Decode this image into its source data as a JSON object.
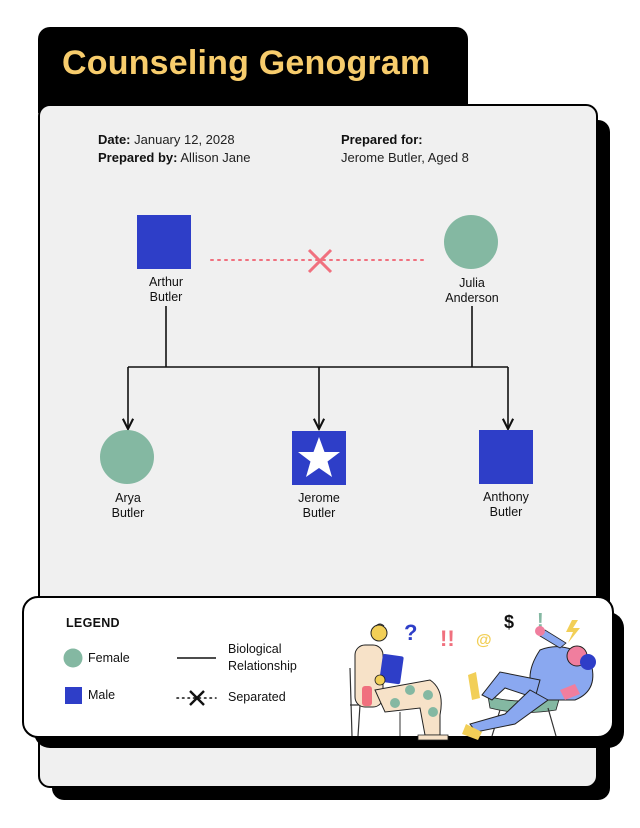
{
  "header": {
    "title": "Counseling Genogram"
  },
  "meta": {
    "date_label": "Date:",
    "date_value": "January 12, 2028",
    "prepared_by_label": "Prepared by:",
    "prepared_by_value": "Allison Jane",
    "prepared_for_label": "Prepared for:",
    "prepared_for_value": "Jerome Butler, Aged 8"
  },
  "genogram": {
    "parents": [
      {
        "first": "Arthur",
        "last": "Butler",
        "gender": "male"
      },
      {
        "first": "Julia",
        "last": "Anderson",
        "gender": "female"
      }
    ],
    "parent_relationship": "separated",
    "children": [
      {
        "first": "Arya",
        "last": "Butler",
        "gender": "female"
      },
      {
        "first": "Jerome",
        "last": "Butler",
        "gender": "male",
        "index_person": true
      },
      {
        "first": "Anthony",
        "last": "Butler",
        "gender": "male"
      }
    ]
  },
  "legend": {
    "title": "LEGEND",
    "female": "Female",
    "male": "Male",
    "biological_line1": "Biological",
    "biological_line2": "Relationship",
    "separated": "Separated"
  },
  "colors": {
    "male": "#2e3ec8",
    "female": "#84b8a2",
    "title": "#f7cc6c",
    "separated": "#f0707e"
  },
  "icons": [
    "star-icon",
    "question-mark-icon",
    "exclamation-icon",
    "at-sign-icon",
    "dollar-sign-icon",
    "lightning-icon"
  ]
}
